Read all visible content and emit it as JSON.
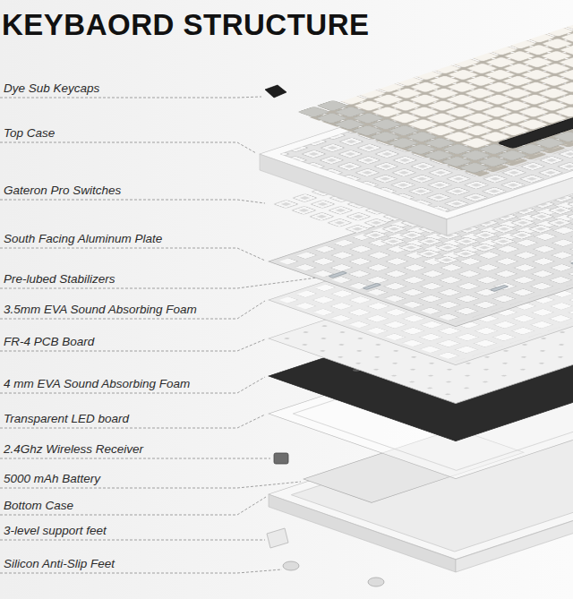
{
  "diagram": {
    "title": "KEYBAORD STRUCTURE",
    "labels": [
      "Dye Sub Keycaps",
      "Top Case",
      "Gateron Pro Switches",
      "South Facing Aluminum Plate",
      "Pre-lubed Stabilizers",
      "3.5mm EVA Sound Absorbing Foam",
      "FR-4 PCB Board",
      "4 mm EVA Sound Absorbing Foam",
      "Transparent LED board",
      "2.4Ghz Wireless Receiver",
      "5000 mAh Battery",
      "Bottom Case",
      "3-level support feet",
      "Silicon Anti-Slip Feet"
    ]
  }
}
